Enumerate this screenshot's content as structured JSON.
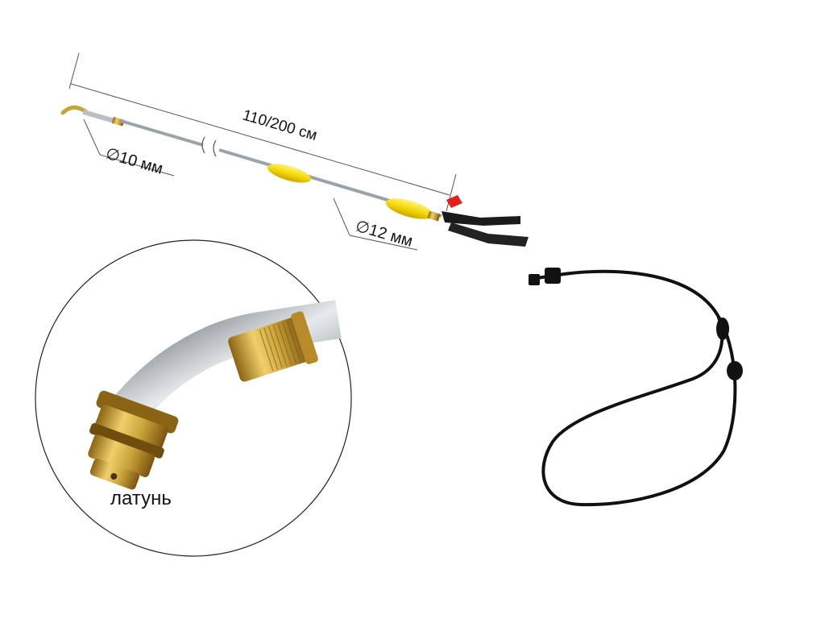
{
  "labels": {
    "length": "110/200 см",
    "diameter_tip": "∅10 мм",
    "diameter_handle": "∅12 мм",
    "material": "латунь"
  },
  "colors": {
    "background": "#ffffff",
    "rod": "#9aa3aa",
    "brass": "#c9a23a",
    "yellow_grip": "#f5d90a",
    "trigger_red": "#e41f1f",
    "handle_black": "#1b1b1b",
    "hose": "#111111",
    "dimension_line": "#555555"
  },
  "icons": [
    "sprayer-lance",
    "brass-nozzle-closeup",
    "hose-coil"
  ]
}
